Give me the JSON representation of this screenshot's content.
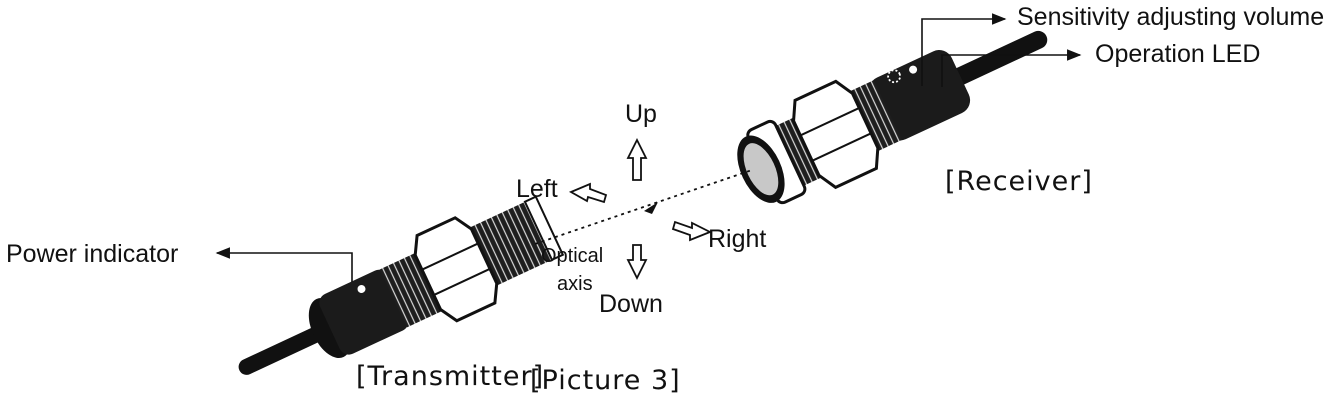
{
  "labels": {
    "sensitivity": "Sensitivity adjusting volume",
    "operation_led": "Operation LED",
    "power_indicator": "Power indicator",
    "receiver": "[Receiver]",
    "transmitter": "[Transmitter]",
    "picture": "[Picture 3]",
    "up": "Up",
    "down": "Down",
    "left": "Left",
    "right": "Right",
    "optical_1": "Optical",
    "optical_2": "axis"
  },
  "colors": {
    "ink": "#111111",
    "body": "#1b1b1b",
    "lens": "#c8c8c8"
  }
}
